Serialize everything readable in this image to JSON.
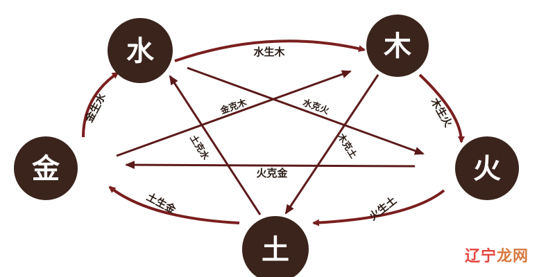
{
  "colors": {
    "node_fill": "#3a241c",
    "node_text": "#ffffff",
    "cycle_arrow": "#7a1e1e",
    "star_arrow": "#5c1a1a",
    "label_text": "#2a1a14",
    "watermark": "#e0302a"
  },
  "nodes": {
    "water": "水",
    "wood": "木",
    "fire": "火",
    "earth": "土",
    "metal": "金"
  },
  "generating": {
    "water_wood": "水生木",
    "wood_fire": "木生火",
    "fire_earth": "火生土",
    "earth_metal": "土生金",
    "metal_water": "金生水"
  },
  "overcoming": {
    "metal_wood": "金克木",
    "water_fire": "水克火",
    "wood_earth": "木克土",
    "fire_metal": "火克金",
    "earth_water": "土克水"
  },
  "watermark": {
    "part1": "辽宁",
    "part2": "龙网"
  }
}
